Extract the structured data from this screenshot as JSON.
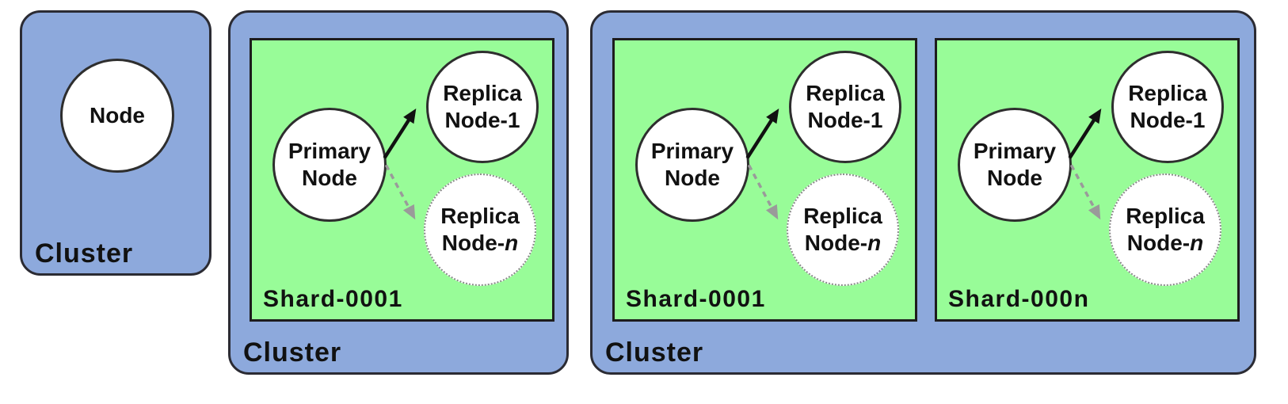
{
  "colors": {
    "background": "#ffffff",
    "cluster_fill": "#8da9dc",
    "cluster_border": "#2b2b33",
    "shard_fill": "#98fc98",
    "shard_border": "#1d1d1d",
    "node_fill": "#ffffff",
    "node_border": "#2e2e2e",
    "replica_n_border": "#8a8a8a",
    "arrow_solid": "#111111",
    "arrow_dashed": "#9a9a9a",
    "label_text": "#111111"
  },
  "clusters": [
    {
      "label": "Cluster",
      "node": {
        "label": "Node"
      }
    },
    {
      "label": "Cluster",
      "shards": [
        {
          "label": "Shard-0001",
          "primary": {
            "line1": "Primary",
            "line2": "Node"
          },
          "replica_1": {
            "line1": "Replica",
            "line2": "Node-1"
          },
          "replica_n": {
            "line1": "Replica",
            "line2_prefix": "Node-",
            "line2_italic": "n"
          }
        }
      ]
    },
    {
      "label": "Cluster",
      "shards": [
        {
          "label": "Shard-0001",
          "primary": {
            "line1": "Primary",
            "line2": "Node"
          },
          "replica_1": {
            "line1": "Replica",
            "line2": "Node-1"
          },
          "replica_n": {
            "line1": "Replica",
            "line2_prefix": "Node-",
            "line2_italic": "n"
          }
        },
        {
          "label": "Shard-000n",
          "primary": {
            "line1": "Primary",
            "line2": "Node"
          },
          "replica_1": {
            "line1": "Replica",
            "line2": "Node-1"
          },
          "replica_n": {
            "line1": "Replica",
            "line2_prefix": "Node-",
            "line2_italic": "n"
          }
        }
      ]
    }
  ]
}
